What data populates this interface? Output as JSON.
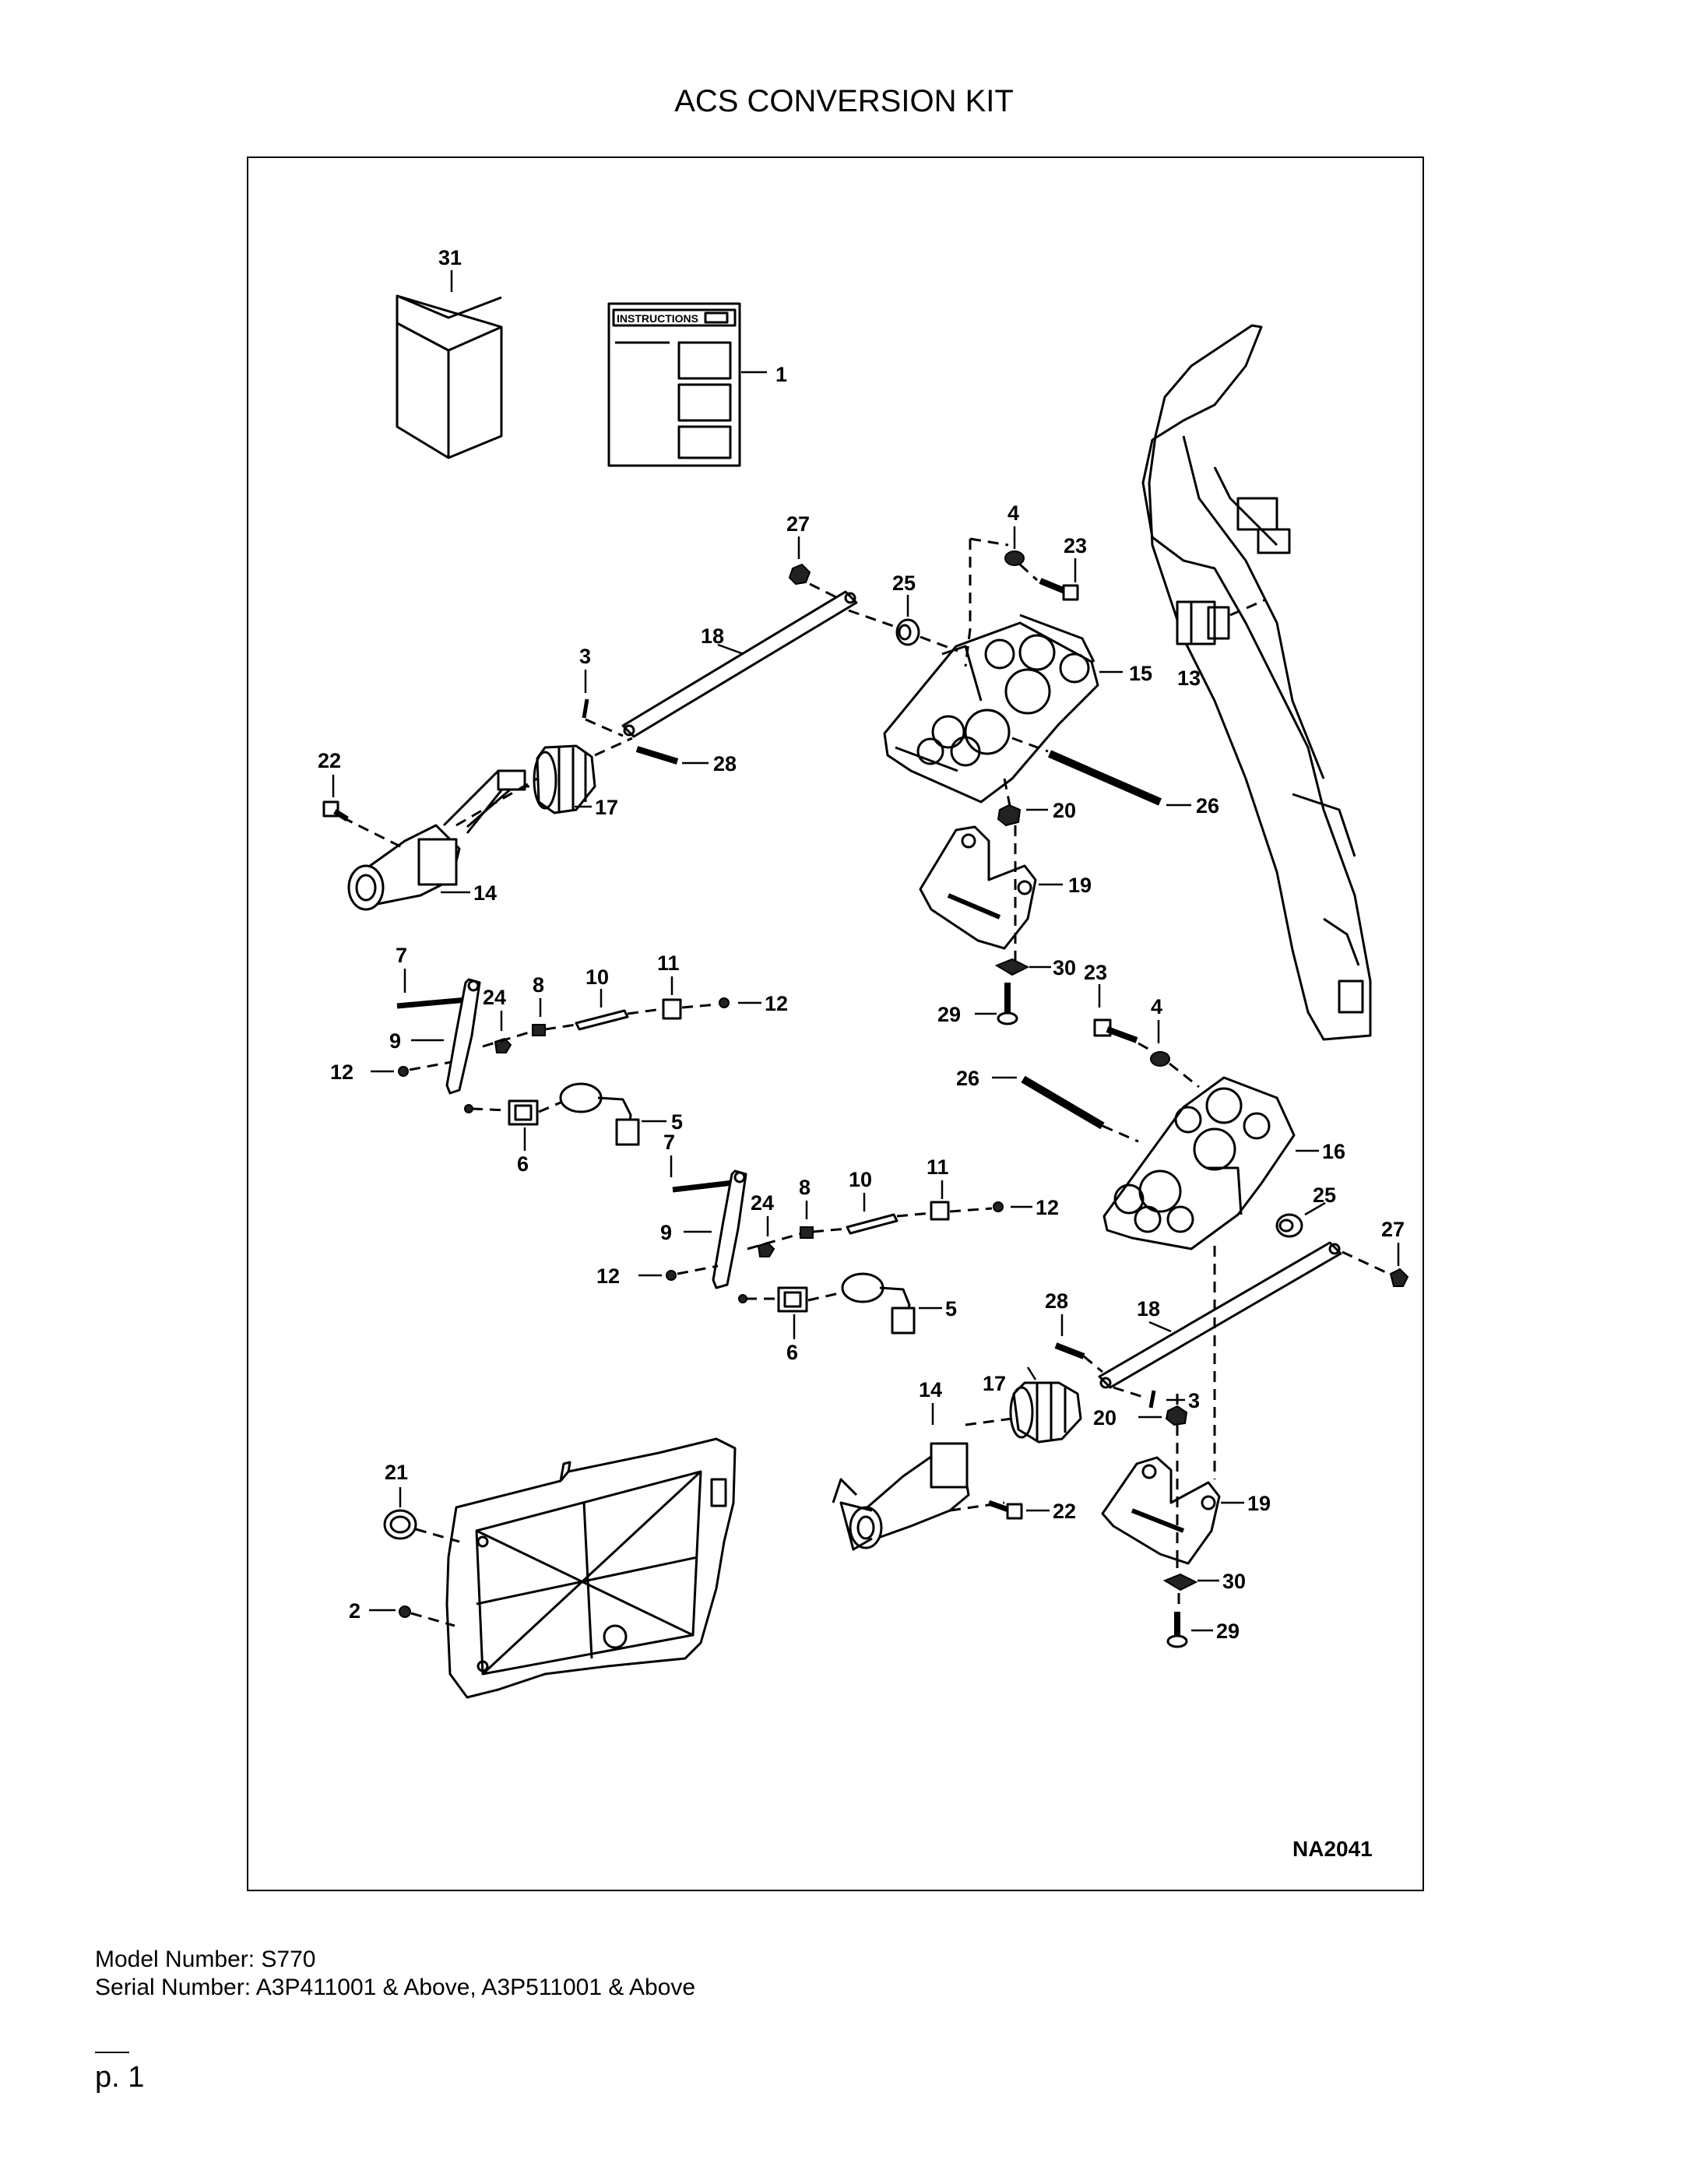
{
  "title": "ACS CONVERSION KIT",
  "diagram": {
    "reference": "NA2041",
    "instructions_label": "INSTRUCTIONS",
    "callouts": [
      {
        "id": "c31",
        "text": "31"
      },
      {
        "id": "c1",
        "text": "1"
      },
      {
        "id": "c27a",
        "text": "27"
      },
      {
        "id": "c4a",
        "text": "4"
      },
      {
        "id": "c23a",
        "text": "23"
      },
      {
        "id": "c25a",
        "text": "25"
      },
      {
        "id": "c18a",
        "text": "18"
      },
      {
        "id": "c3a",
        "text": "3"
      },
      {
        "id": "c15",
        "text": "15"
      },
      {
        "id": "c13",
        "text": "13"
      },
      {
        "id": "c22a",
        "text": "22"
      },
      {
        "id": "c28a",
        "text": "28"
      },
      {
        "id": "c17a",
        "text": "17"
      },
      {
        "id": "c20a",
        "text": "20"
      },
      {
        "id": "c26a",
        "text": "26"
      },
      {
        "id": "c14a",
        "text": "14"
      },
      {
        "id": "c19a",
        "text": "19"
      },
      {
        "id": "c7a",
        "text": "7"
      },
      {
        "id": "c11a",
        "text": "11"
      },
      {
        "id": "c10a",
        "text": "10"
      },
      {
        "id": "c8a",
        "text": "8"
      },
      {
        "id": "c24a",
        "text": "24"
      },
      {
        "id": "c12a",
        "text": "12"
      },
      {
        "id": "c9a",
        "text": "9"
      },
      {
        "id": "c30a",
        "text": "30"
      },
      {
        "id": "c23b",
        "text": "23"
      },
      {
        "id": "c29a",
        "text": "29"
      },
      {
        "id": "c4b",
        "text": "4"
      },
      {
        "id": "c12b",
        "text": "12"
      },
      {
        "id": "c5a",
        "text": "5"
      },
      {
        "id": "c6a",
        "text": "6"
      },
      {
        "id": "c26b",
        "text": "26"
      },
      {
        "id": "c16",
        "text": "16"
      },
      {
        "id": "c7b",
        "text": "7"
      },
      {
        "id": "c11b",
        "text": "11"
      },
      {
        "id": "c10b",
        "text": "10"
      },
      {
        "id": "c8b",
        "text": "8"
      },
      {
        "id": "c24b",
        "text": "24"
      },
      {
        "id": "c12c",
        "text": "12"
      },
      {
        "id": "c25b",
        "text": "25"
      },
      {
        "id": "c9b",
        "text": "9"
      },
      {
        "id": "c27b",
        "text": "27"
      },
      {
        "id": "c12d",
        "text": "12"
      },
      {
        "id": "c5b",
        "text": "5"
      },
      {
        "id": "c6b",
        "text": "6"
      },
      {
        "id": "c28b",
        "text": "28"
      },
      {
        "id": "c18b",
        "text": "18"
      },
      {
        "id": "c14b",
        "text": "14"
      },
      {
        "id": "c17b",
        "text": "17"
      },
      {
        "id": "c3b",
        "text": "3"
      },
      {
        "id": "c20b",
        "text": "20"
      },
      {
        "id": "c21",
        "text": "21"
      },
      {
        "id": "c22b",
        "text": "22"
      },
      {
        "id": "c19b",
        "text": "19"
      },
      {
        "id": "c2",
        "text": "2"
      },
      {
        "id": "c30b",
        "text": "30"
      },
      {
        "id": "c29b",
        "text": "29"
      }
    ]
  },
  "footer": {
    "model_line": "Model Number: S770",
    "serial_line": "Serial Number: A3P411001 & Above, A3P511001 & Above",
    "page": "p. 1"
  }
}
